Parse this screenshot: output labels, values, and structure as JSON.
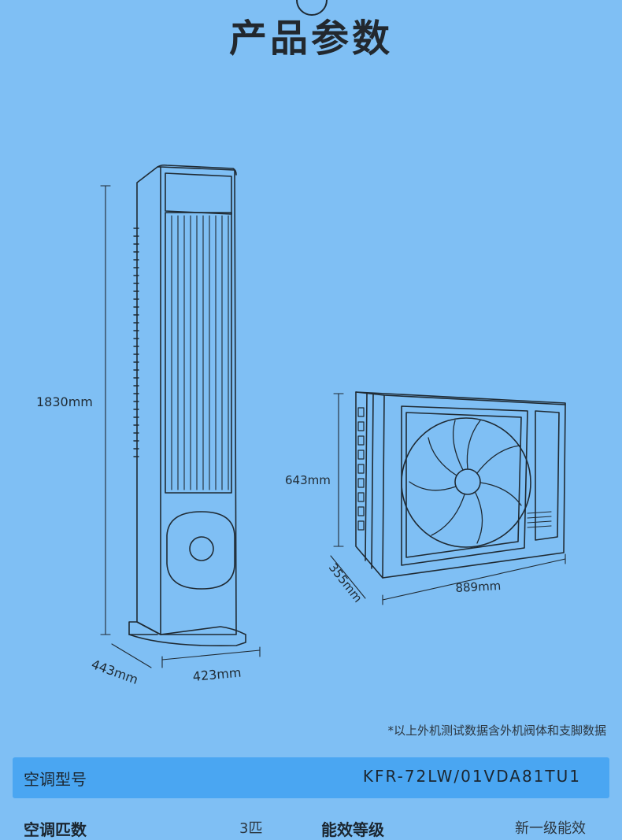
{
  "header": {
    "title": "产品参数"
  },
  "indoor_unit": {
    "height_label": "1830mm",
    "depth_label": "443mm",
    "width_label": "423mm"
  },
  "outdoor_unit": {
    "height_label": "643mm",
    "depth_label": "355mm",
    "width_label": "889mm"
  },
  "footnote": "*以上外机测试数据含外机阀体和支脚数据",
  "specs": {
    "model_label": "空调型号",
    "model_value": "KFR-72LW/01VDA81TU1",
    "hp_label": "空调匹数",
    "hp_value": "3匹",
    "efficiency_label": "能效等级",
    "efficiency_value": "新一级能效"
  },
  "colors": {
    "background": "#7fbff4",
    "spec_bar": "#4aa6f2",
    "line": "#1f2a33"
  }
}
